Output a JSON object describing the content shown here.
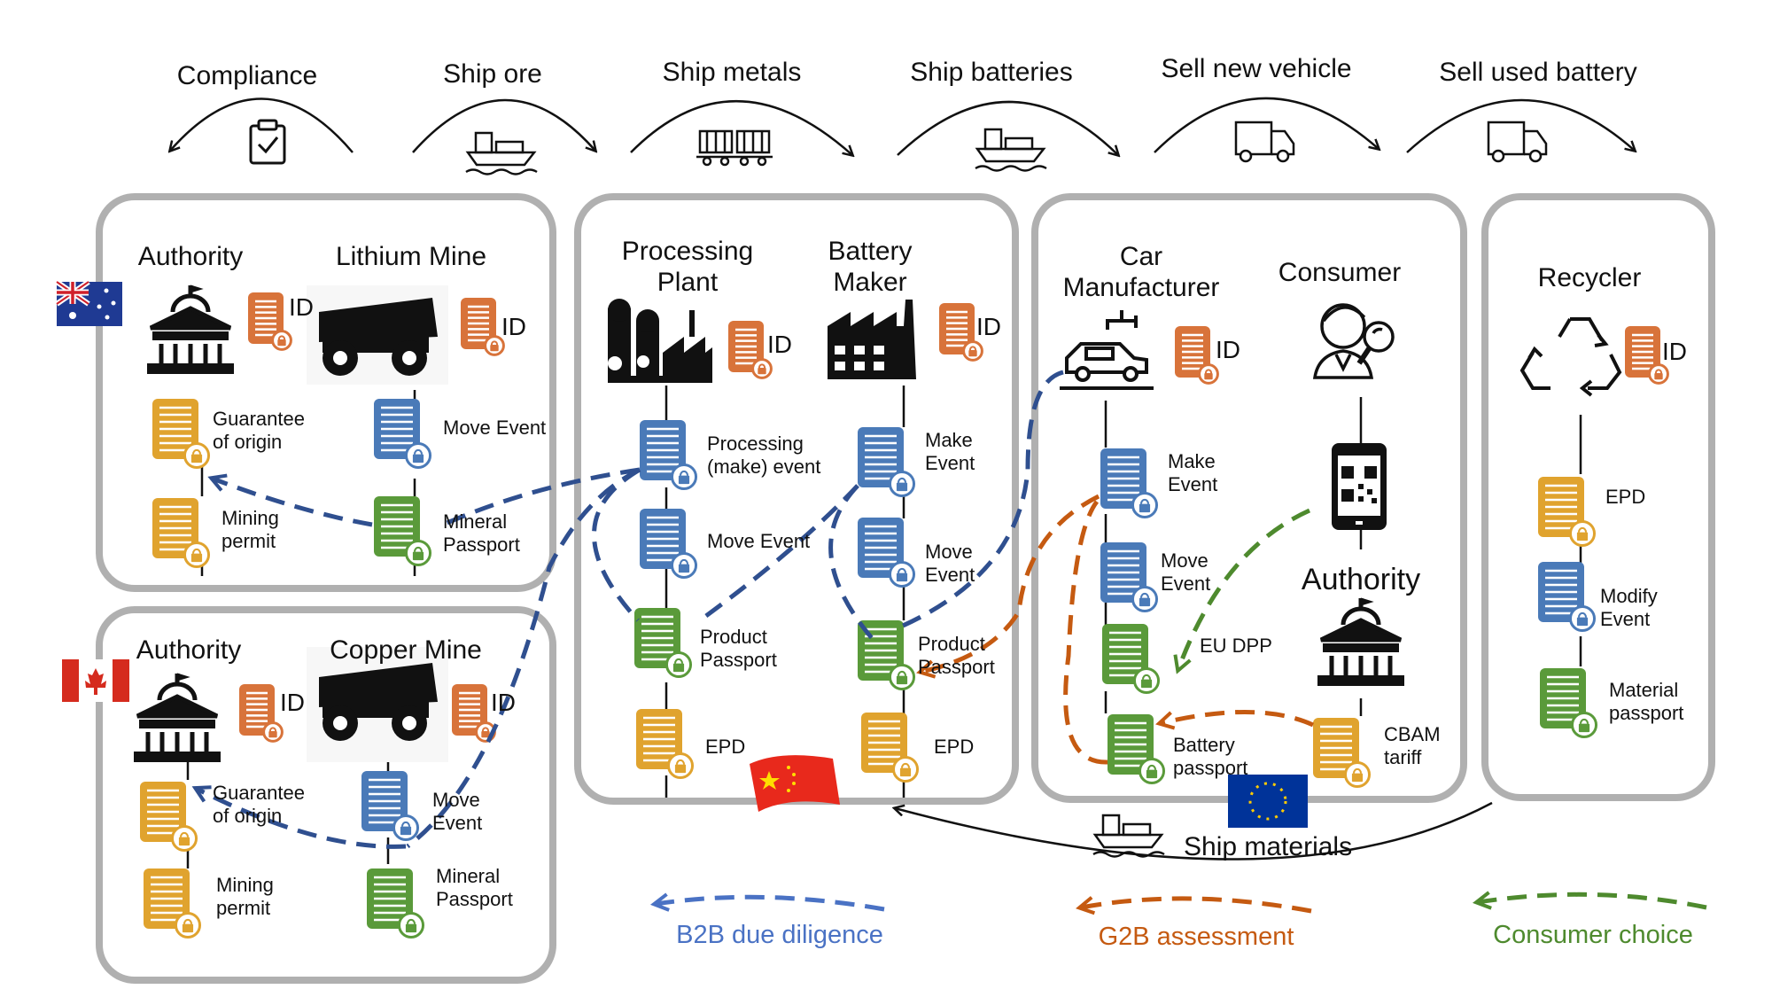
{
  "steps": [
    {
      "label": "Compliance",
      "icon": "clipboard-check-icon"
    },
    {
      "label": "Ship ore",
      "icon": "cargo-ship-icon"
    },
    {
      "label": "Ship metals",
      "icon": "freight-train-icon"
    },
    {
      "label": "Ship batteries",
      "icon": "cargo-ship-icon"
    },
    {
      "label": "Sell new vehicle",
      "icon": "delivery-truck-icon"
    },
    {
      "label": "Sell used battery",
      "icon": "delivery-truck-icon"
    }
  ],
  "actors": {
    "authority_au": {
      "lines": [
        "Authority"
      ],
      "icon": "government-building-icon"
    },
    "lithium_mine": {
      "lines": [
        "Lithium Mine"
      ],
      "icon": "mining-truck-icon"
    },
    "authority_ca": {
      "lines": [
        "Authority"
      ],
      "icon": "government-building-icon"
    },
    "copper_mine": {
      "lines": [
        "Copper Mine"
      ],
      "icon": "mining-truck-icon"
    },
    "processing_plant": {
      "lines": [
        "Processing",
        "Plant"
      ],
      "icon": "refinery-icon"
    },
    "battery_maker": {
      "lines": [
        "Battery",
        "Maker"
      ],
      "icon": "factory-icon"
    },
    "car_manufacturer": {
      "lines": [
        "Car",
        "Manufacturer"
      ],
      "icon": "car-assembly-icon"
    },
    "consumer": {
      "lines": [
        "Consumer"
      ],
      "icon": "consumer-search-icon"
    },
    "authority_eu": {
      "lines": [
        "Authority"
      ],
      "icon": "government-building-icon"
    },
    "recycler": {
      "lines": [
        "Recycler"
      ],
      "icon": "recycle-icon"
    }
  },
  "id_label": "ID",
  "documents": {
    "au_guarantee": {
      "lines": [
        "Guarantee",
        "of origin"
      ],
      "type": "permit"
    },
    "au_permit": {
      "lines": [
        "Mining",
        "permit"
      ],
      "type": "permit"
    },
    "li_move": {
      "lines": [
        "Move Event"
      ],
      "type": "event"
    },
    "li_passport": {
      "lines": [
        "Mineral",
        "Passport"
      ],
      "type": "passport"
    },
    "ca_guarantee": {
      "lines": [
        "Guarantee",
        "of origin"
      ],
      "type": "permit"
    },
    "ca_permit": {
      "lines": [
        "Mining",
        "permit"
      ],
      "type": "permit"
    },
    "cu_move": {
      "lines": [
        "Move",
        "Event"
      ],
      "type": "event"
    },
    "cu_passport": {
      "lines": [
        "Mineral",
        "Passport"
      ],
      "type": "passport"
    },
    "pp_make": {
      "lines": [
        "Processing",
        "(make) event"
      ],
      "type": "event"
    },
    "pp_move": {
      "lines": [
        "Move Event"
      ],
      "type": "event"
    },
    "pp_passport": {
      "lines": [
        "Product",
        "Passport"
      ],
      "type": "passport"
    },
    "pp_epd": {
      "lines": [
        "EPD"
      ],
      "type": "permit"
    },
    "bm_make": {
      "lines": [
        "Make",
        "Event"
      ],
      "type": "event"
    },
    "bm_move": {
      "lines": [
        "Move",
        "Event"
      ],
      "type": "event"
    },
    "bm_passport": {
      "lines": [
        "Product",
        "Passport"
      ],
      "type": "passport"
    },
    "bm_epd": {
      "lines": [
        "EPD"
      ],
      "type": "permit"
    },
    "cm_make": {
      "lines": [
        "Make",
        "Event"
      ],
      "type": "event"
    },
    "cm_move": {
      "lines": [
        "Move",
        "Event"
      ],
      "type": "event"
    },
    "cm_dpp": {
      "lines": [
        "EU DPP"
      ],
      "type": "passport"
    },
    "cm_battery": {
      "lines": [
        "Battery",
        "passport"
      ],
      "type": "passport"
    },
    "eu_cbam": {
      "lines": [
        "CBAM",
        "tariff"
      ],
      "type": "permit"
    },
    "rc_epd": {
      "lines": [
        "EPD"
      ],
      "type": "permit"
    },
    "rc_modify": {
      "lines": [
        "Modify",
        "Event"
      ],
      "type": "event"
    },
    "rc_material": {
      "lines": [
        "Material",
        "passport"
      ],
      "type": "passport"
    }
  },
  "flags": [
    "australia-flag",
    "canada-flag",
    "china-flag",
    "eu-flag"
  ],
  "ship_materials": "Ship materials",
  "legend": [
    {
      "label": "B2B due diligence",
      "color": "#2f4f8f",
      "text_color": "#4a72c4"
    },
    {
      "label": "G2B assessment",
      "color": "#c55a11",
      "text_color": "#c55a11"
    },
    {
      "label": "Consumer choice",
      "color": "#4e8a2e",
      "text_color": "#4e8a2e"
    }
  ],
  "colors": {
    "permit": "#e0a32e",
    "event": "#4a7ab8",
    "passport": "#5a9a3a",
    "id": "#d8733a",
    "frame": "#b0b0b0"
  }
}
